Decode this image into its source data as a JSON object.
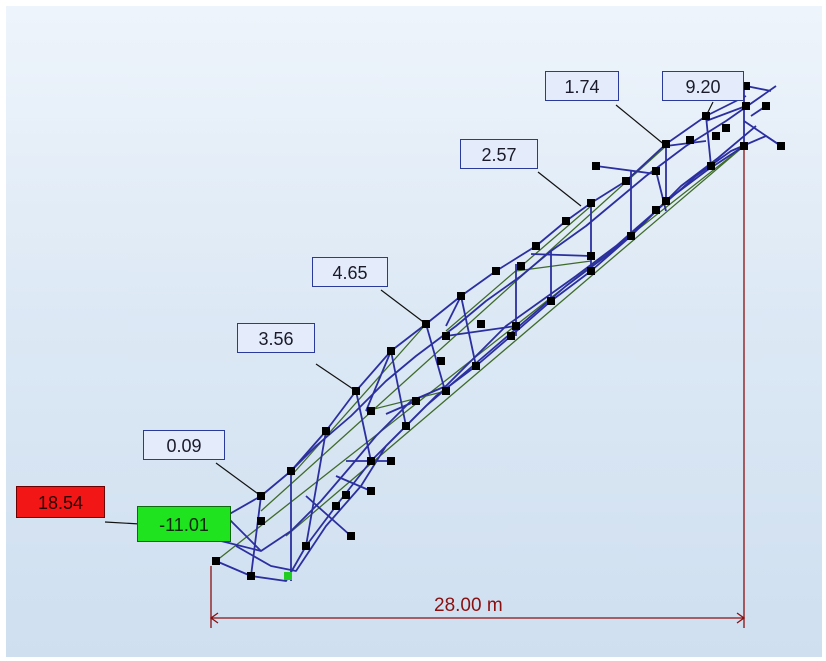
{
  "labels": {
    "l1": "1.74",
    "l2": "9.20",
    "l3": "2.57",
    "l4": "4.65",
    "l5": "3.56",
    "l6": "0.09",
    "red": "18.54",
    "green": "-11.01"
  },
  "dimension": {
    "text": "28.00 m"
  },
  "colors": {
    "structure": "#2b2fa0",
    "diagonal": "#3f6b2a",
    "dimension": "#8a1010",
    "node": "#000000",
    "support": "#22cc22"
  }
}
